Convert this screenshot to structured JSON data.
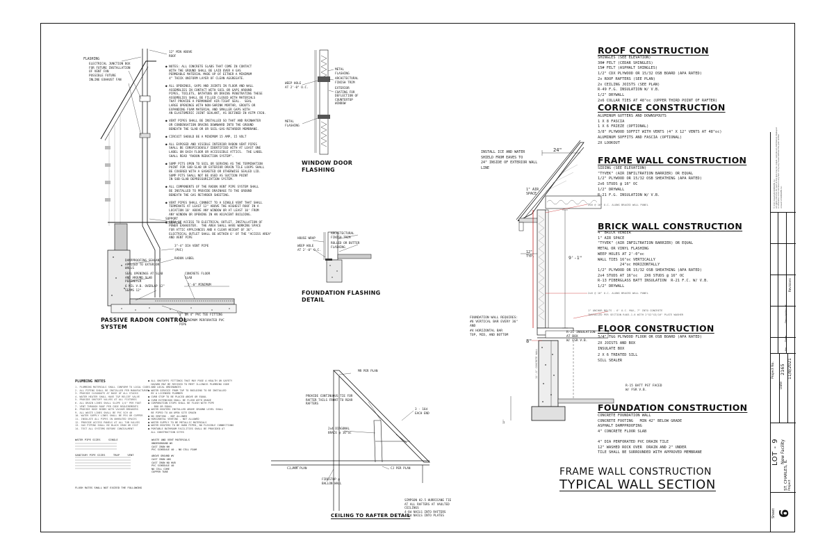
{
  "radon": {
    "title": "PASSIVE RADON CONTROL\nSYSTEM",
    "labels": {
      "flashing": "FLASHING",
      "junction": "ELECTRICAL JUNCTION BOX\nFOR FUTURE INSTALLATION\nOF VENT FAN",
      "possible_fan": "POSSIBLE FUTURE\nINLINE EXHAUST FAN",
      "min_above": "12\" MIN ABOVE\nROOF",
      "support": "SUPPORT\nSTRAPPING",
      "vent_pipe": "3\"-4\" DIA VENT PIPE\n(PVC)",
      "radon_label": "RADON LABEL",
      "damp": "DAMPPROOFING SEALANT\nAPPLIED TO EXTERIOR\nWALLS",
      "seal": "SEAL OPENINGS AT SLAB\nAND AROUND SLAB\nPERIMETER",
      "poly": "6 MIL V.B. OVERLAP 12\"\nSEAMS 12\"",
      "slab": "CONCRETE FLOOR\nSLAB",
      "min5": "5'-0\" MINIMUM",
      "tee": "3\" OR 4\" PVC TEE FITTING",
      "perf": "3\" MINIMUM PERFORATED PVC\nPIPE"
    },
    "notes": "● NOTES: ALL CONCRETE SLABS THAT COME IN CONTACT\n  WITH THE GROUND SHALL BE LAID OVER A GAS\n  PERMEABLE MATERIAL MADE UP OF EITHER A MINIMUM\n  4\" THICK UNIFORM LAYER OF CLEAN AGGREGATE.\n\n● ALL OPENINGS, GAPS AND JOINTS IN FLOOR AND WALL\n  ASSEMBLIES IN CONTACT WITH SOIL OR GAPS AROUND\n  PIPES, TOILETS, BATHTUBS OR DRAINS PENETRATING THESE\n  ASSEMBLIES SHALL BE FILLED CLOSED WITH MATERIALS\n  THAT PROVIDE A PERMANENT AIR-TIGHT SEAL.  SEAL\n  LARGE OPENINGS WITH NON-SHRINK MORTAR, GROUTS OR\n  EXPANDING FOAM MATERIAL AND SMALLER GAPS WITH\n  AN ELASTOMERIC JOINT SEALANT, AS DEFINED IN ASTM C920.\n\n● VENT PIPES SHALL BE INSTALLED SO THAT AND RAINWATER\n  OR CONDENSATION DRAINS DOWNWARD INTO THE GROUND\n  BENEATH THE SLAB OR OR SOIL-GAS-RETARDER MEMBRANE.\n\n● CIRCUIT SHOULD BE A MINIMUM 15 AMP, 15 VOLT\n\n● ALL EXPOSED AND VISIBLE INTERIOR RADON VENT PIPES\n  SHALL BE CONSPICUOUSLY IDENTIFIED WITH AT LEAST ONE\n  LABEL ON EACH FLOOR OR ACCESSIBLE ATTICS.  THE LABEL\n  SHALL READ \"RADON REDUCTION SYSTEM\".\n\n● SUMP PITS OPEN TO SOIL OR SERVING AS THE TERMINATION\n  POINT FOR SUB-SLAB OR EXTERIOR DRAIN TILE LOOPS SHALL\n  BE COVERED WITH A GASKETED OR OTHERWISE SEALED LID.\n  SUMP PITS SHALL NOT BE USED AS SUCTION POINT\n  IN SUB-SLAB DEPRESSURIZATION SYSTEM.\n\n● ALL COMPONENTS OF THE RADON VENT PIPE SYSTEM SHALL\n  BE INSTALLED TO PROVIDE DRAINAGE TO THE GROUND\n  BENEATH THE GAS RETARDER SHEETING.\n\n● VENT PIPES SHALL CONNECT TO A SINGLE VENT THAT SHALL\n  TERMINATE AT LEAST 12\" ABOVE THE HIGHEST ROOF IN A\n  LOCATION 10' ABOVE ANY WINDOW OR AT LEAST 10' FROM\n  ANY WINDOW OR OPENING IN AN ADJACENT BUILDING.\n\n● AREA OF ACCESS TO ELECTRICAL OUTLET, INSTALLATION OF\n  POWER EXHAUSTER.  THE AREA SHALL HAVE WORKING SPACE\n  FOR ATTIC APPLIANCES AND A CLEAR HEIGHT OF 36\".\n  ELECTRICAL OUTLET SHALL BE WITHIN 6' OF THE \"ACCESS AREA\"\n  AND VENT PIPE"
  },
  "window_door": {
    "title": "WINDOW DOOR\nFLASHING",
    "labels": {
      "metal": "METAL\nFLASHING",
      "weep": "WEEP HOLE\nAT 2'-0\" O.C.",
      "trim": "ARCHITECTURAL\nFINISH TRIM",
      "sill": "EXTERIOR\nCOATING FOR\nDEFLECTION OF\nCOUNTERTOP\nWINDOW",
      "lintel": "METAL\nFLASHING"
    }
  },
  "foundation_flashing": {
    "title": "FOUNDATION FLASHING\nDETAIL",
    "labels": {
      "house_wrap": "HOUSE WRAP",
      "weep": "WEEP HOLE\nAT 2'-0\" O.C.",
      "trim": "ARCHITECTURAL\nFINISH TRIM",
      "flash": "ROLLED OR BUTTER\nFLASHING"
    }
  },
  "plumbing": {
    "title": "PLUMBING NOTES",
    "notes": "1. PLUMBING MATERIALS SHALL CONFORM TO LOCAL CODES\n2. ALL PIPING SHALL BE INSTALLED PER MANUFACTURER\n3. PROVIDE CLEANOUTS AT BASE OF ALL STACKS\n4. WATER HEATER SHALL HAVE T&P RELIEF VALVE\n5. PROVIDE SHUTOFF VALVES AT ALL FIXTURES\n6. ALL DRAIN LINES SHALL SLOPE 1/4\" PER FOOT\n7. VENT THROUGH ROOF PER CODE REQUIREMENTS\n8. PROVIDE HOSE BIBBS WITH VACUUM BREAKERS\n9. ALL WASTE LINES SHALL BE PVC SCH 40\n10. WATER SUPPLY LINES SHALL BE PEX OR COPPER\n11. INSULATE ALL PIPES IN UNHEATED SPACES\n12. PROVIDE ACCESS PANELS AT ALL TUB VALVES\n13. GAS PIPING SHALL BE BLACK IRON OR CSST\n14. TEST ALL SYSTEMS BEFORE CONCEALMENT",
    "table1_head": "WATER PIPE SIZES     SINGLE",
    "table2_head": "SANITARY PIPE SIZES     TRAP     VENT",
    "footer": "FLUSH RATES SHALL NOT EXCEED THE FOLLOWING",
    "mid_notes": "● ALL SHUTOFFS FITTINGS THAT MAY POSE A HEALTH OR SAFETY\n  HAZARD MAY BE REVISED TO MEET ILLINOIS PLUMBING CODE\n  AND LOCAL ORDINANCES\n● WATER SERVICE FROM TAP TO BUILDING TO BE INSTALLED\n  BY A LICENSED PLUMBER\n● CURB STOP TO BE PLACED ABOVE OR EQUAL\n● CURB EXTENSION SHALL BE FLUSH WITH GRADE\n● CORPORATION STOPS SHALL BE FLUSH WITH PIPE\n  - BOO OR EQUAL\n● WATER HEATERS INSTALLED ABOVE GROUND LEVEL SHALL\n  BE PIPED TO AN OPEN SITE DRAIN\n● NO VENTING - NOT ALLOWED\n● HORIZONTAL VENTING - NOT ALLOWED\n● WATER SUPPLY TO BE METALLIC MATERIALS\n● WATER HEATERS TO BE HARD PIPED, NO FLEXIBLE CONNECTIONS\n● PORTABLE BATHROOM FACILITIES SHALL BE PROVIDED AT\n  ALL CONSTRUCTION SITES",
    "waste_head": "WASTE AND VENT MATERIALS",
    "waste_list": "UNDERGROUND WV\nCAST IRON NH\nPVC SCHEDULE 40 - NO CELL FOAM\n\nABOVE GROUND WV\nCAST IRON ABS\nCAST IRON NO HUB\nPVC SCHEDULE 40\nNO CELL CORE\nCOPPER TUBE"
  },
  "ceiling": {
    "title": "CEILING TO RAFTER DETAIL",
    "labels": {
      "mr": "MR PER PLAN",
      "provide": "PROVIDE CONTINUOUS TIE FOR\nRAFTER TAILS FRONT TO REAR\nRAFTERS",
      "each": "3 - 16d\nEACH END",
      "brace": "2x4 DIAGONAL\nBRACE @ 16\"oc",
      "cj_left": "CJ PER PLAN",
      "cj_right": "CJ PER PLAN",
      "firestop": "FIRESTOP @\nBALLON WALL",
      "simpson": "SIMPSON H2.5 HURRICANE TIE\nAT ALL RAFTERS AT VAULTED\nCEILINGS\n4-8d NAILS INTO RAFTERS\n4-8d NAILS INTO PLATES"
    }
  },
  "wall_section": {
    "install_ice": "INSTALL ICE AND WATER\nSHIELD FROM EAVES TO\n24\" INSIDE OF EXTERIOR WALL\nLINE",
    "dim_24": "24\"",
    "air_space": "1\" AIR\nSPACE",
    "dim_12": "12\"\nTYP.",
    "dim_9": "9'-1\"",
    "foundation_wall": "FOUNDATION WALL REQUIRES:\n#6 VERTICAL BAR EVERY 36\"\nAND\n#4 HORIZONTAL BAR\nTOP, MID, AND BOTTOM",
    "dim_8": "8\"",
    "r21": "R-21 INSULATION\nAT BOX\nW/ FSR V.B.",
    "r15": "R-15 BATT PST FACED\nW/ FSR V.B.",
    "studs_top": "2x6 @ 16\" O.C. ALONG BRACED WALL PANEL",
    "studs_bot": "2x6 @ 16\" O.C. ALONG BRACED WALL PANEL",
    "anchor": "1\" ANCHOR BOLTS - 6' O.C. MAX, 7\" INTO CONCRETE\nINSTALLED PER SECTION R403.1.6 WITH 2\"X2\"X3/16\" PLATE WASHER",
    "vert_dim": "11'-0\" CONCRETE WALL",
    "ht_dim": "12\""
  },
  "specs": {
    "roof": {
      "title": "ROOF CONSTRUCTION",
      "lines": "SHINGLES (SEE ELEVATION)\n30# FELT (CEDAR SHINGLES)\n15# FELT (ASPHALT SHINGLES)\n1/2\" CDX PLYWOOD OR 15/32 OSB BOARD (APA RATED)\n2x ROOF RAFTERS (SEE PLAN)\n2x CEILING JOISTS (SEE PLAN)\nR-49 F.G. INSULATION W/ V.B.\n1/2\" DRYWALL\n2x6 COLLAR TIES AT 48\"oc (UPPER THIRD POINT OF RAFTER)"
    },
    "cornice": {
      "title": "CORNICE CONSTRUCTION",
      "lines": "ALUMINUM GUTTERS AND DOWNSPOUTS\n1 X 8 FASCIA\n1 X 6 FRIEZE (OPTIONAL)\n3/8\" PLYWOOD SOFFIT WITH VENTS (4\" X 12\" VENTS AT 48\"oc)\nALUMINUM SOFFITS AND FASCIA (OPTIONAL)\n2X LOOKOUT"
    },
    "frame": {
      "title": "FRAME WALL CONSTRUCTION",
      "lines": "SIDING (SEE ELEVATION)\n\"TYVEK\" (AIR INFILTRATION BARRIER) OR EQUAL\n1/2\" PLYWOOD OR 15/32 OSB SHEATHING (APA RATED)\n2x6 STUDS @ 16\" OC\n1/2\" DRYWALL\nR-21 F.G. INSULATION W/ V.B."
    },
    "brick": {
      "title": "BRICK WALL CONSTRUCTION",
      "lines": "4\" BRICK VENEER\n1\" AIR SPACE\n\"TYVEK\" (AIR INFILTRATION BARRIER) OR EQUAL\nMETAL OR VINYL FLASHING\nWEEP HOLES AT 2'-0\"oc\nWALL TIES 16\"oc VERTICALLY\n          24\"oc HORIZONTALLY\n1/2\" PLYWOOD OR 15/32 OSB SHEATHING (APA RATED)\n2x4 STUDS AT 16\"oc   2X6 STUDS @ 16\" OC\nR-13 FIBERGLASS BATT INSULATION  R-21 F.C. W/ V.B.\n1/2\" DRYWALL"
    },
    "floor": {
      "title": "FLOOR CONSTRUCTION",
      "lines": "3/4\" T&G PLYWOOD FLOOR OR OSB BOARD (APA RATED)\n2X JOISTS AND BOX\nINSULATE BOX\n2 X 6 TREATED SILL\nSILL SEALER"
    },
    "foundation": {
      "title": "FOUNDATION CONSTRUCTION",
      "lines": "CONCRETE FOUNDATION WALL\nCONCRETE FOOTING   MIN 42\" BELOW GRADE\nASPHALT DAMPPROOFING\n4\" CONCRETE FLOOR SLAB\n\n4\" DIA PERFORATED PVC DRAIN TILE\n12\" WASHED ROCK OVER  DRAIN AND 2\" UNDER\nTILE SHALL BE SURROUNDED WITH APPROVED MEMBRANE"
    }
  },
  "sheet_title": {
    "line1": "FRAME WALL CONSTRUCTION",
    "line2": "TYPICAL WALL SECTION"
  },
  "title_block": {
    "copyright": "© 2021 Copyright KRB/GMB, Inc.\nAll rights reserved. No part of this plan may be copied, reproduced, distributed, displayed\nor otherwise communicated in any form or by any means without the prior written\nconsent of KRB/GMB, Inc.",
    "revisions_header": "Revisions",
    "rev_cols": [
      "No.",
      "Date",
      "Description of"
    ],
    "project_no_label": "Project No.",
    "project_no": "2165",
    "date_label": "Date",
    "date": "11/8/2021",
    "lot": "LOT - 9",
    "facility": "New Facility",
    "location": "ST. CHARLES, IL",
    "project_label": "Project",
    "sheet_label": "Sheet",
    "sheet_no": "6"
  },
  "colors": {
    "ink": "#111111",
    "hatch": "#555555",
    "concrete": "#888888"
  }
}
